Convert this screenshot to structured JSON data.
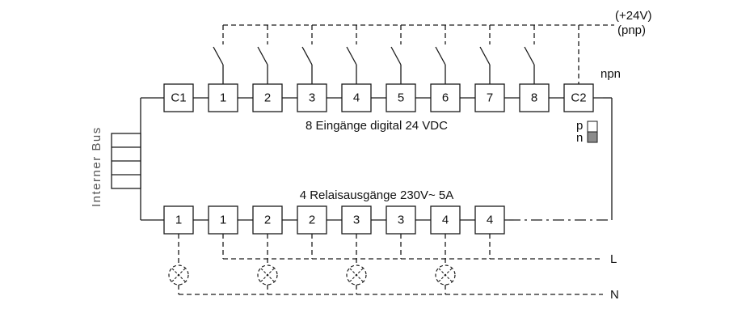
{
  "supply": {
    "voltage": "(+24V)",
    "mode": "(pnp)"
  },
  "npn_label": "npn",
  "common_terminals": {
    "c1": "C1",
    "c2": "C2"
  },
  "input_terminals": [
    "1",
    "2",
    "3",
    "4",
    "5",
    "6",
    "7",
    "8"
  ],
  "inputs_title": "8 Eingänge digital 24 VDC",
  "switch": {
    "p": "p",
    "n": "n"
  },
  "bus_label": "Interner Bus",
  "outputs_title": "4 Relaisausgänge 230V~ 5A",
  "output_terminals": [
    "1",
    "1",
    "2",
    "2",
    "3",
    "3",
    "4",
    "4"
  ],
  "lines": {
    "l": "L",
    "n": "N"
  }
}
